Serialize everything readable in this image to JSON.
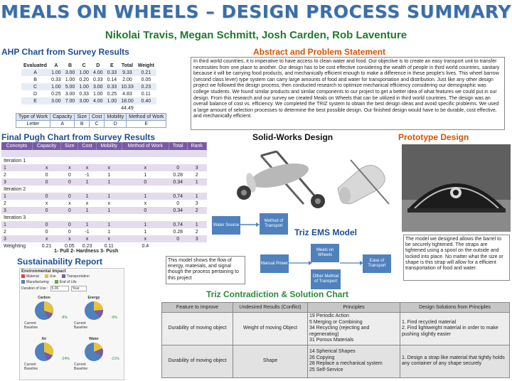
{
  "header": {
    "title": "MEALS ON WHEELS – DESIGN PROCESS SUMMARY",
    "authors": "Nikolai Travis, Megan Schmitt, Josh Carden, Rob Laventure"
  },
  "ahp": {
    "title": "AHP Chart from Survey Results",
    "columns": [
      "Evaluated",
      "A",
      "B",
      "C",
      "D",
      "E",
      "Total",
      "Weight"
    ],
    "rows": [
      [
        "A",
        "1.00",
        "3.00",
        "1.00",
        "4.00",
        "0.33",
        "9.33",
        "0.21"
      ],
      [
        "B",
        "0.33",
        "1.00",
        "0.20",
        "0.33",
        "0.14",
        "2.00",
        "0.05"
      ],
      [
        "C",
        "1.00",
        "5.00",
        "1.00",
        "3.00",
        "0.33",
        "10.33",
        "0.23"
      ],
      [
        "D",
        "0.25",
        "3.00",
        "0.33",
        "1.00",
        "0.25",
        "4.83",
        "0.11"
      ],
      [
        "E",
        "3.00",
        "7.00",
        "3.00",
        "4.00",
        "1.00",
        "18.00",
        "0.40"
      ]
    ],
    "grand_total": "44.49",
    "type_table": {
      "headers": [
        "Type of Work",
        "Capacity",
        "Size",
        "Cost",
        "Mobility",
        "Method of Work"
      ],
      "letters": [
        "Letter",
        "A",
        "B",
        "C",
        "D",
        "E"
      ]
    }
  },
  "abstract": {
    "title": "Abstract and Problem Statement",
    "text": "In third world countries, it is imperative to have access to clean water and food. Our objective is to create an easy transport unit to transfer necessities from one place to another. Our design has to be cost effective considering the wealth of people in third world countries, sanitary because it will be carrying food products, and mechanically efficient enough to make a difference in these people's lives. This wheel barrow (second class lever) type system can carry large amounts of food and water for transportation and distribution. Just like any other design project we followed the design process, then conducted research to optimize mechanical efficiency considering our demographic was college students. We found similar products and similar components to our project to get a better idea of what features we could put in our design. From this research and our survey we created Meals on Wheels that can be utilized in third world countries. The design was an overall balance of cost vs. efficiency. We completed the TRIZ system to obtain the best design ideas and avoid specific problems. We used a large amount of selection processes to determine the best possible design. Our finished design would have to be durable, cost effective, and mechanically efficient."
  },
  "pugh": {
    "title": "Final Pugh Chart from Survey Results",
    "columns": [
      "Concepts",
      "Capacity",
      "Size",
      "Cost",
      "Mobility",
      "Method of Work",
      "Total",
      "Rank"
    ],
    "rows": [
      [
        "",
        "",
        "",
        "",
        "",
        "",
        "",
        ""
      ],
      [
        "Iteration 1",
        "",
        "",
        "",
        "",
        "",
        "",
        ""
      ],
      [
        "1",
        "x",
        "x",
        "x",
        "x",
        "x",
        "0",
        "3"
      ],
      [
        "2",
        "0",
        "0",
        "-1",
        "1",
        "1",
        "0.28",
        "2"
      ],
      [
        "3",
        "0",
        "0",
        "1",
        "1",
        "0",
        "0.34",
        "1"
      ],
      [
        "Iteration 2",
        "",
        "",
        "",
        "",
        "",
        "",
        ""
      ],
      [
        "1",
        "0",
        "0",
        "1",
        "1",
        "1",
        "0.74",
        "1"
      ],
      [
        "2",
        "x",
        "x",
        "x",
        "x",
        "x",
        "0",
        "3"
      ],
      [
        "3",
        "0",
        "0",
        "1",
        "1",
        "0",
        "0.34",
        "2"
      ],
      [
        "Iteration 3",
        "",
        "",
        "",
        "",
        "",
        "",
        ""
      ],
      [
        "1",
        "0",
        "0",
        "1",
        "1",
        "1",
        "0.74",
        "1"
      ],
      [
        "2",
        "0",
        "0",
        "-1",
        "1",
        "1",
        "0.28",
        "2"
      ],
      [
        "3",
        "x",
        "x",
        "x",
        "x",
        "x",
        "0",
        "3"
      ],
      [
        "Weighting",
        "0.21",
        "0.05",
        "0.23",
        "0.11",
        "0.4",
        "",
        ""
      ]
    ],
    "legend": "1- Pull   2- Hardness   3- Push"
  },
  "sustainability": {
    "title": "Sustainability Report",
    "panel_title": "Environmental Impact",
    "legend": [
      {
        "label": "Material",
        "color": "#d64545"
      },
      {
        "label": "Use",
        "color": "#e8c33a"
      },
      {
        "label": "Transportation",
        "color": "#7a5aa3"
      },
      {
        "label": "Manufacturing",
        "color": "#4f81bd"
      },
      {
        "label": "End of Life",
        "color": "#6aaa4a"
      }
    ],
    "duration_label": "Duration of Use :",
    "duration_value": "5.00",
    "duration_unit": "Year",
    "pies": [
      {
        "label": "Carbon",
        "pct": "-8%",
        "current": "Current",
        "baseline": "Baseline"
      },
      {
        "label": "Energy",
        "pct": "-9%",
        "current": "Current",
        "baseline": "Baseline"
      },
      {
        "label": "Air",
        "pct": "-24%",
        "current": "Current",
        "baseline": "Baseline"
      },
      {
        "label": "Water",
        "pct": "-21%",
        "current": "Current",
        "baseline": "Baseline"
      }
    ]
  },
  "solidworks": {
    "title": "Solid-Works Design"
  },
  "prototype": {
    "title": "Prototype Design",
    "text": "The model we designed allows the barrel to be securely tightened. The straps are tightened using a spool on the outside and locked into place. No matter what the size or shape is this strap will allow for a efficient transportation of food and water."
  },
  "ems": {
    "title": "Triz EMS Model",
    "nodes": {
      "water": "Water Source",
      "method": "Method of Transport",
      "meals": "Meals on Wheels",
      "manual": "Manual Power",
      "ease": "Ease of Transport",
      "other": "Other Method of Transport"
    },
    "text": "This model shows the flow of energy, materials, and signal though the process pertaining to this project"
  },
  "triz": {
    "title": "Triz Contradiction & Solution Chart",
    "headers": [
      "Feature to Improve",
      "Undesired Results (Conflict)",
      "Principles",
      "Design Solutions from Principles"
    ],
    "rows": [
      {
        "feature": "Durability of moving object",
        "conflict": "Weight of moving Object",
        "principles": [
          "19 Periodic Action",
          "5 Merging or Combining",
          "34 Recycling (rejecting and regenerating)",
          "31 Porous Materials"
        ],
        "solutions": [
          "1. Find recycled material",
          "2. Find lightweight material in order to make pushing slightly easier"
        ]
      },
      {
        "feature": "Durability of moving object",
        "conflict": "Shape",
        "principles": [
          "14 Spherical Shapes",
          "26 Copying",
          "28 Replace a mechanical system",
          "25 Self-Service"
        ],
        "solutions": [
          "1.  Design a strap like material that tightly holds any container of any shape securely"
        ]
      }
    ]
  }
}
